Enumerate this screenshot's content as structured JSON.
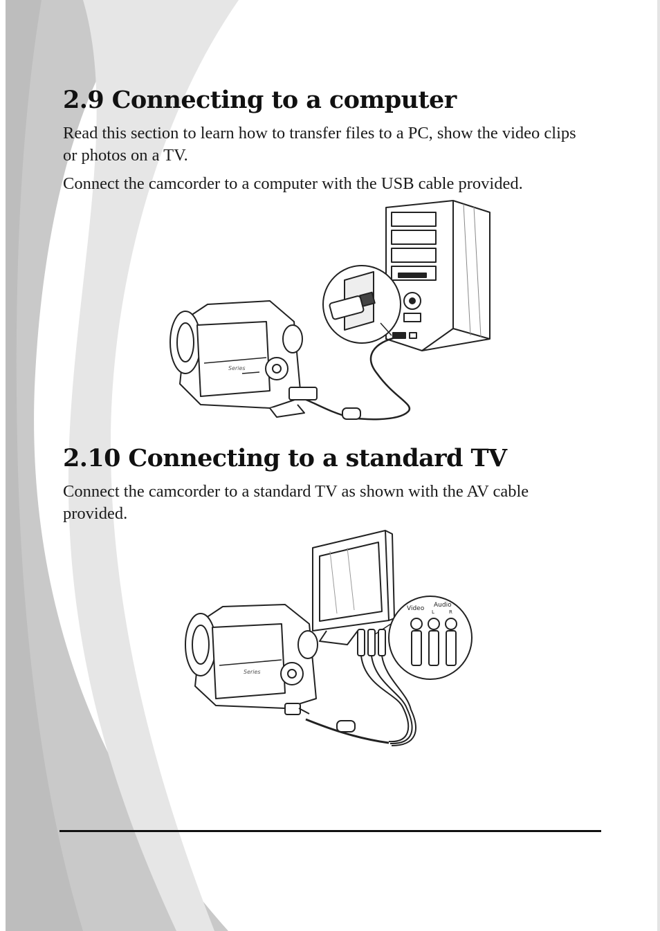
{
  "section_usb": {
    "title": "2.9 Connecting to a computer",
    "intro": "Read this section to learn how to transfer files to a PC, show the video clips or photos on a TV.",
    "instruction": "Connect the camcorder to a computer with the USB cable provided."
  },
  "section_tv": {
    "title": "2.10 Connecting to a standard TV",
    "instruction": "Connect the camcorder to a standard TV as shown with the AV cable provided."
  },
  "tv_callout": {
    "video_label": "Video",
    "audio_label": "Audio",
    "left_mark": "L",
    "right_mark": "R"
  },
  "camcorder_brand_mark": "Series"
}
